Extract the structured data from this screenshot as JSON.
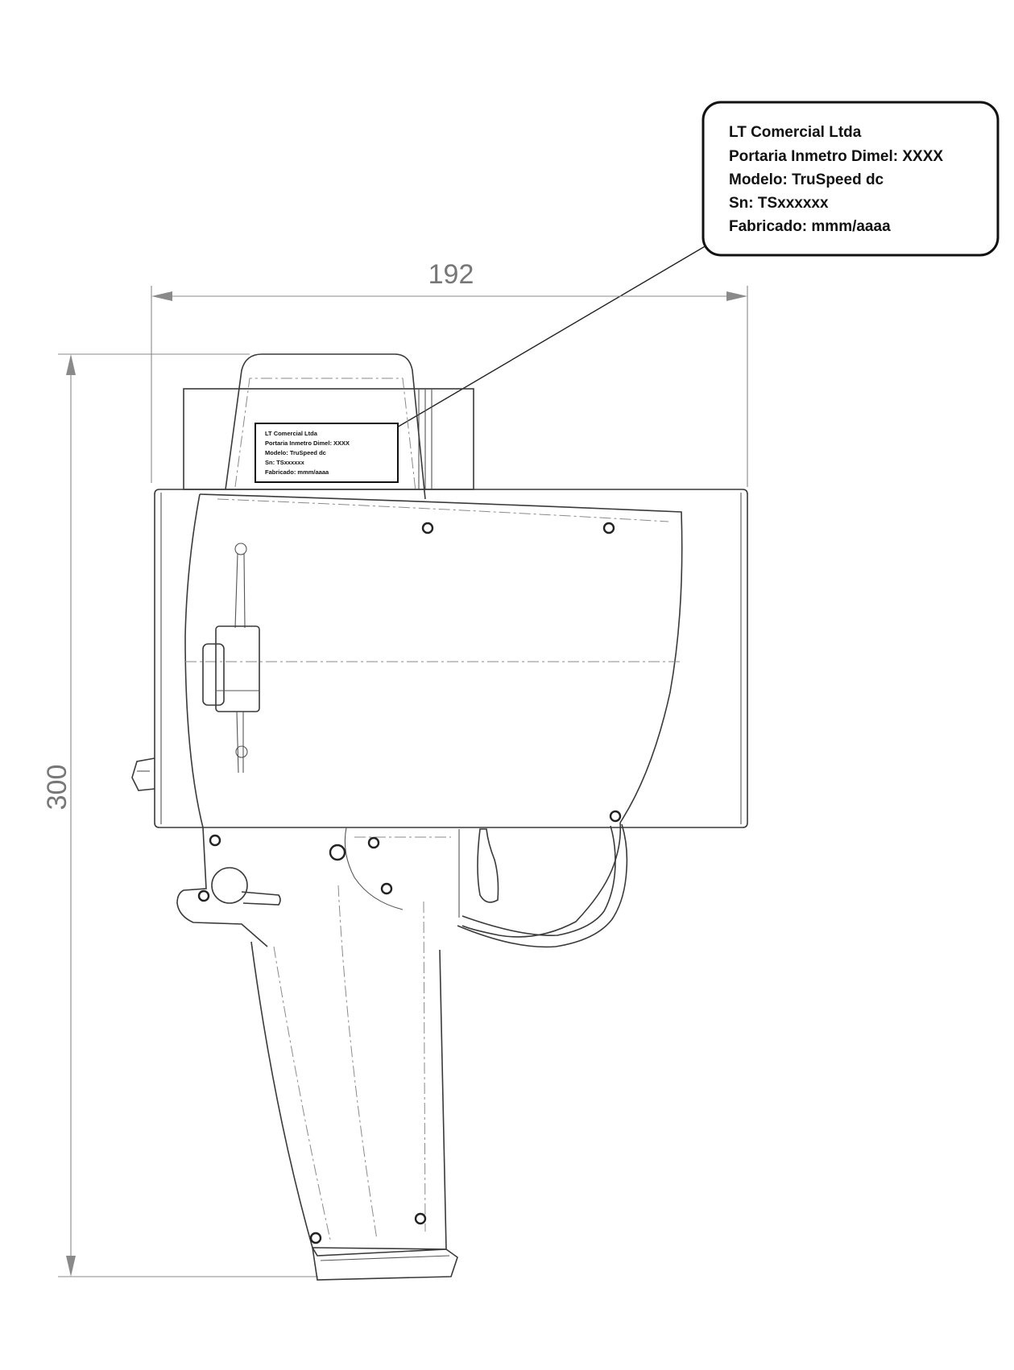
{
  "nameplate": {
    "lines": [
      "LT Comercial Ltda",
      "Portaria Inmetro Dimel: XXXX",
      "Modelo: TruSpeed dc",
      "Sn: TSxxxxxx",
      "Fabricado: mmm/aaaa"
    ]
  },
  "dimensions": {
    "width_label": "192",
    "height_label": "300"
  },
  "colors": {
    "outline": "#3a3a3a",
    "dimension": "#8a8a8a",
    "label_border": "#111111"
  }
}
